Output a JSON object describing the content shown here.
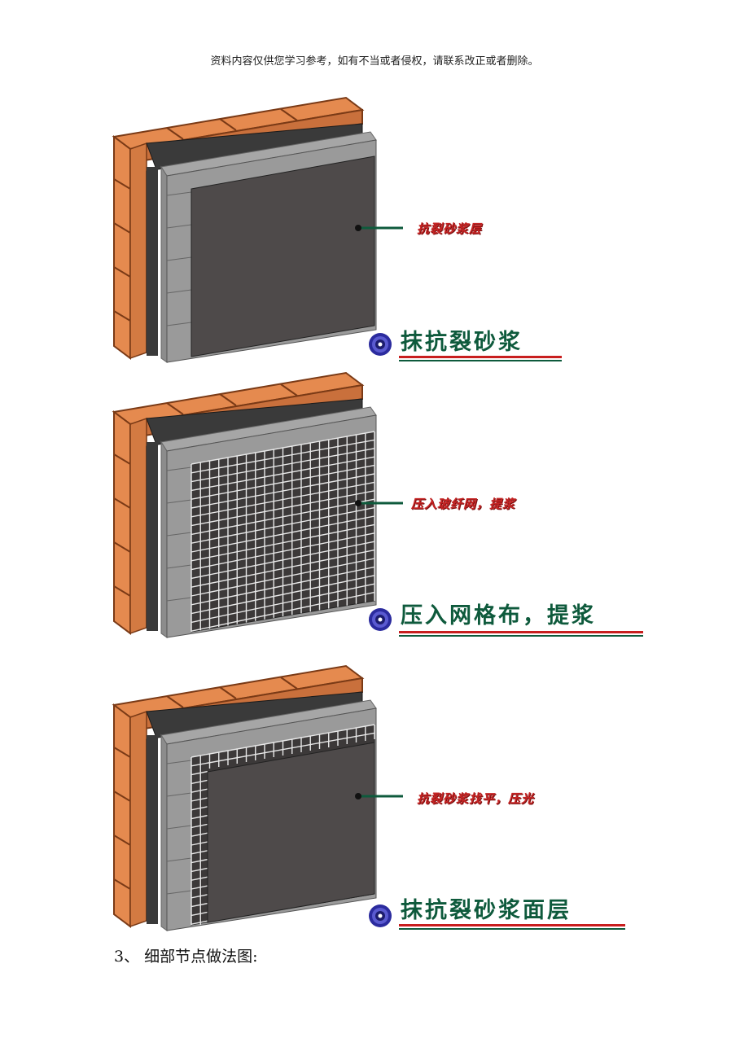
{
  "header": {
    "disclaimer": "资料内容仅供您学习参考，如有不当或者侵权，请联系改正或者删除。"
  },
  "figures": [
    {
      "callout": "抗裂砂浆层",
      "title": "抹抗裂砂浆",
      "panel": "plain",
      "icon": "disc-icon"
    },
    {
      "callout": "压入玻纤网，提浆",
      "title": "压入网格布，提浆",
      "panel": "mesh",
      "icon": "disc-icon"
    },
    {
      "callout": "抗裂砂浆找平，压光",
      "title": "抹抗裂砂浆面层",
      "panel": "partial-mesh",
      "icon": "disc-icon"
    }
  ],
  "section": {
    "heading": "3、  细部节点做法图:"
  },
  "colors": {
    "brick": "#e58a4f",
    "brick_dark": "#7a3a16",
    "insulation": "#8c8c8c",
    "mortar": "#4e4a4a",
    "callout_red": "#c62424",
    "title_green": "#0e5a3c",
    "underline_red": "#c81e1e"
  }
}
